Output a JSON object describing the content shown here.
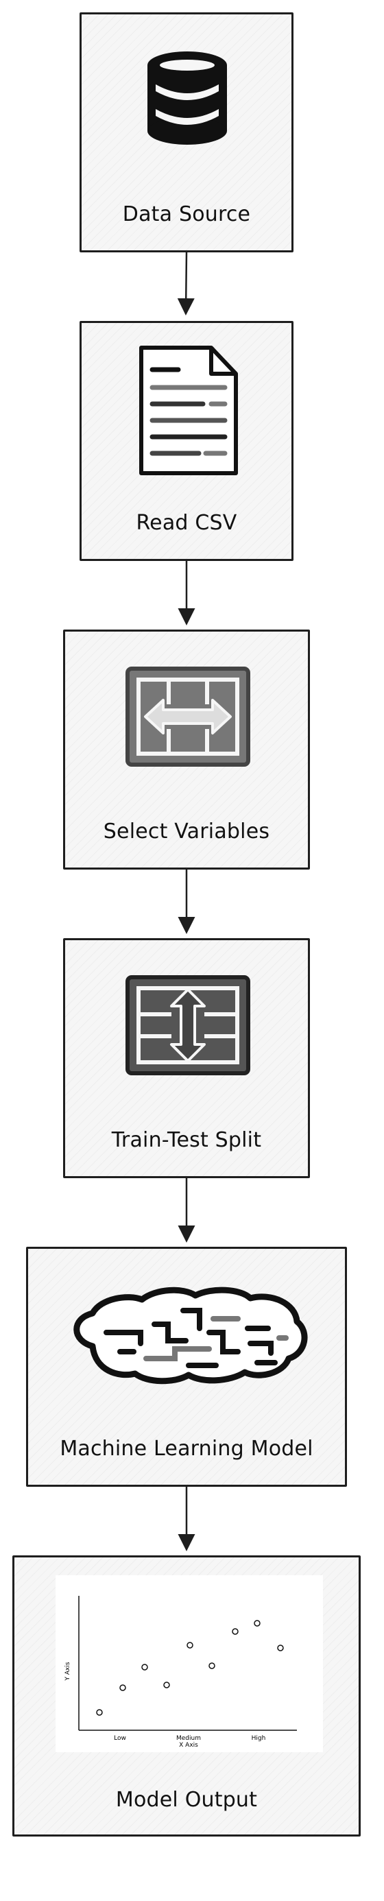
{
  "nodes": [
    {
      "id": "data-source",
      "label": "Data Source",
      "icon": "database-icon"
    },
    {
      "id": "read-csv",
      "label": "Read CSV",
      "icon": "document-icon"
    },
    {
      "id": "select-variables",
      "label": "Select Variables",
      "icon": "horizontal-arrows-icon"
    },
    {
      "id": "train-test-split",
      "label": "Train-Test Split",
      "icon": "vertical-arrows-icon"
    },
    {
      "id": "machine-learning-model",
      "label": "Machine Learning Model",
      "icon": "brain-icon"
    },
    {
      "id": "model-output",
      "label": "Model Output",
      "icon": "scatter-plot-icon"
    }
  ],
  "edges": [
    {
      "from": "Data Source",
      "to": "Read CSV"
    },
    {
      "from": "Read CSV",
      "to": "Select Variables"
    },
    {
      "from": "Select Variables",
      "to": "Train-Test Split"
    },
    {
      "from": "Train-Test Split",
      "to": "Machine Learning Model"
    },
    {
      "from": "Machine Learning Model",
      "to": "Model Output"
    }
  ],
  "chart": {
    "x_axis_label": "X Axis",
    "y_axis_label": "Y Axis",
    "x_ticks": [
      "Low",
      "Medium",
      "High"
    ]
  }
}
